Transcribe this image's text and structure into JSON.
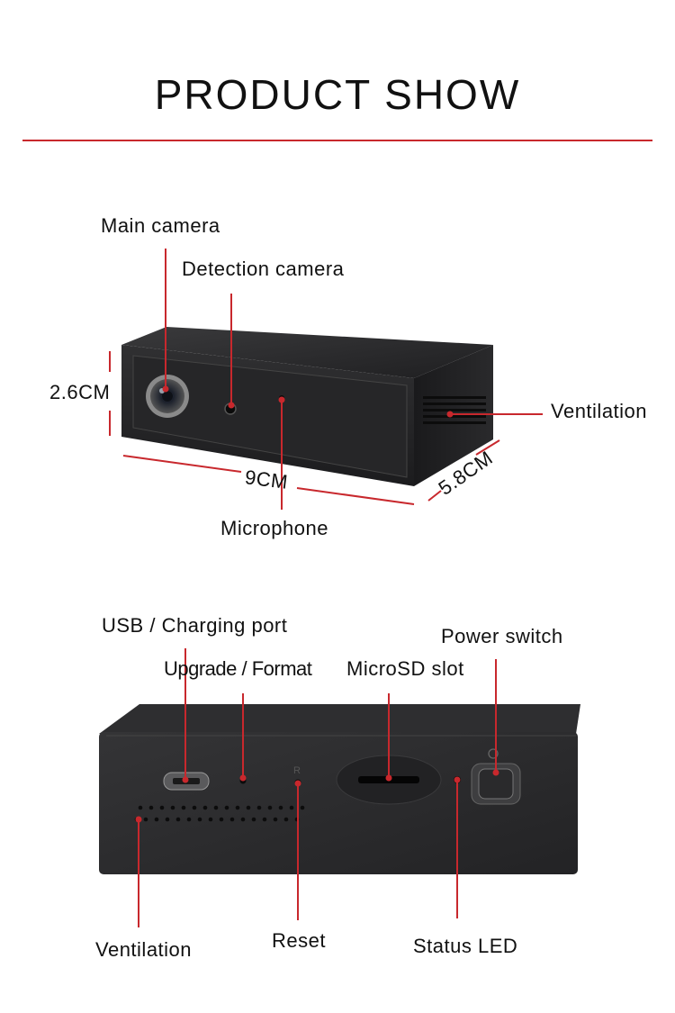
{
  "page": {
    "title": "PRODUCT SHOW"
  },
  "front_view": {
    "labels": {
      "main_camera": "Main camera",
      "detection_camera": "Detection camera",
      "microphone": "Microphone",
      "ventilation": "Ventilation"
    },
    "dimensions": {
      "height": "2.6CM",
      "width": "9CM",
      "depth": "5.8CM"
    }
  },
  "side_view": {
    "labels": {
      "usb_port": "USB / Charging port",
      "upgrade_format": "Upgrade / Format",
      "microsd_slot": "MicroSD slot",
      "power_switch": "Power switch",
      "ventilation": "Ventilation",
      "reset": "Reset",
      "status_led": "Status LED"
    }
  },
  "colors": {
    "accent": "#c8282d",
    "device": "#2b2b2d"
  }
}
